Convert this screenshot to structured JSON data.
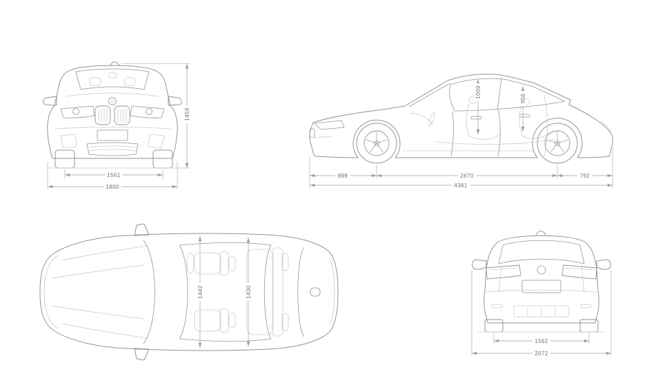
{
  "views": {
    "front": {
      "dims": {
        "track": "1561",
        "overall_width": "1800",
        "overall_height": "1459"
      }
    },
    "side": {
      "dims": {
        "headroom_front": "1009",
        "headroom_rear": "956",
        "front_overhang": "899",
        "wheelbase": "2670",
        "rear_overhang": "792",
        "overall_length": "4361"
      }
    },
    "top": {
      "dims": {
        "shoulder_front": "1442",
        "shoulder_rear": "1430"
      }
    },
    "rear": {
      "dims": {
        "track": "1562",
        "width_mirrors": "2072"
      }
    }
  },
  "colors": {
    "background": "#ffffff",
    "car_line": "#8d939d",
    "car_line_light": "#c5cad2",
    "dim_line": "#98a0aa",
    "dim_text": "#686f79"
  }
}
